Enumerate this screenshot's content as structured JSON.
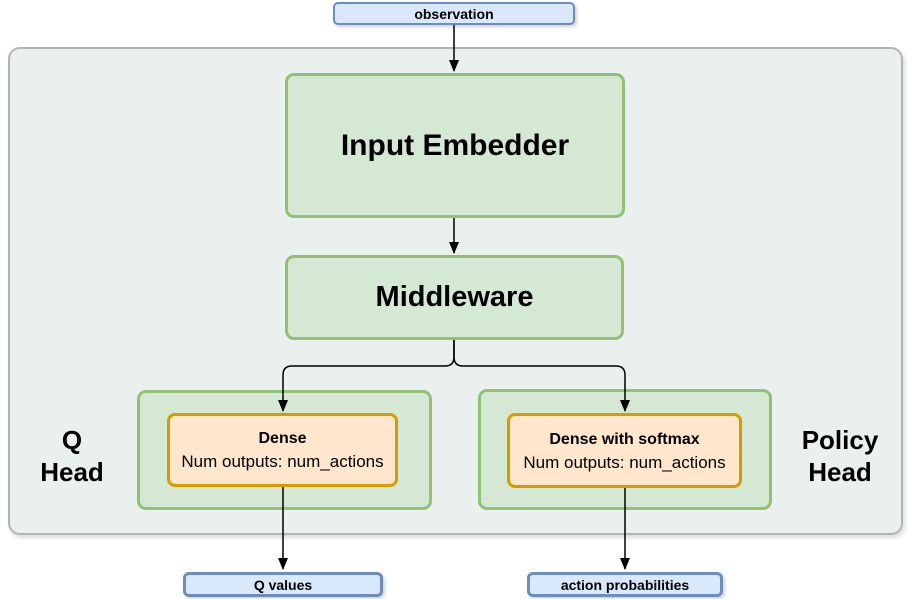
{
  "colors": {
    "container_fill": "#e9f0ed",
    "container_stroke": "#b0b5b3",
    "green_fill": "#d5e8d4",
    "green_stroke": "#90c175",
    "orange_fill": "#ffe6cc",
    "orange_stroke": "#d79b00",
    "blue_fill": "#dae8fc",
    "blue_stroke": "#6c8ebf",
    "arrow": "#000000",
    "text": "#000000"
  },
  "nodes": {
    "observation": {
      "label": "observation"
    },
    "input_embedder": {
      "label": "Input Embedder"
    },
    "middleware": {
      "label": "Middleware"
    },
    "q_head": {
      "line1": "Q",
      "line2": "Head"
    },
    "policy_head": {
      "line1": "Policy",
      "line2": "Head"
    },
    "dense": {
      "title": "Dense",
      "subtitle": "Num outputs: num_actions"
    },
    "dense_softmax": {
      "title": "Dense with softmax",
      "subtitle": "Num outputs: num_actions"
    },
    "q_values": {
      "label": "Q values"
    },
    "action_probabilities": {
      "label": "action probabilities"
    }
  }
}
